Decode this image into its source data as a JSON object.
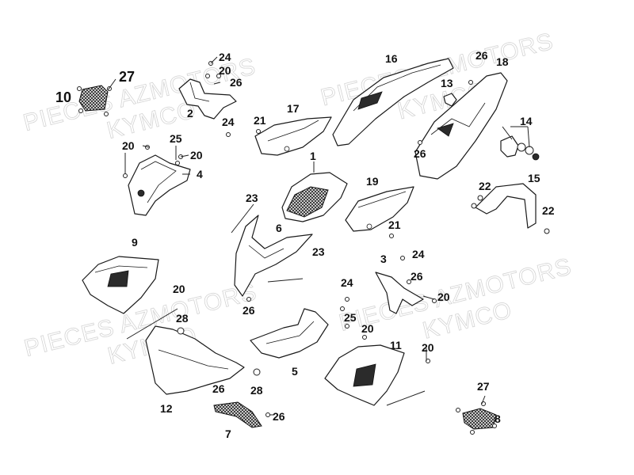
{
  "watermark": {
    "line1": "PIECES AZMOTORS",
    "line2": "KYMCO"
  },
  "callouts": [
    {
      "id": "c10",
      "text": "10"
    },
    {
      "id": "c27a",
      "text": "27"
    },
    {
      "id": "c24a",
      "text": "24"
    },
    {
      "id": "c20a",
      "text": "20"
    },
    {
      "id": "c26a",
      "text": "26"
    },
    {
      "id": "c2",
      "text": "2"
    },
    {
      "id": "c24b",
      "text": "24"
    },
    {
      "id": "c21a",
      "text": "21"
    },
    {
      "id": "c17",
      "text": "17"
    },
    {
      "id": "c16",
      "text": "16"
    },
    {
      "id": "c13",
      "text": "13"
    },
    {
      "id": "c26b",
      "text": "26"
    },
    {
      "id": "c18",
      "text": "18"
    },
    {
      "id": "c14",
      "text": "14"
    },
    {
      "id": "c26c",
      "text": "26"
    },
    {
      "id": "c20b",
      "text": "20"
    },
    {
      "id": "c25a",
      "text": "25"
    },
    {
      "id": "c20c",
      "text": "20"
    },
    {
      "id": "c4",
      "text": "4"
    },
    {
      "id": "c1",
      "text": "1"
    },
    {
      "id": "c19",
      "text": "19"
    },
    {
      "id": "c15",
      "text": "15"
    },
    {
      "id": "c22a",
      "text": "22"
    },
    {
      "id": "c22b",
      "text": "22"
    },
    {
      "id": "c23a",
      "text": "23"
    },
    {
      "id": "c21b",
      "text": "21"
    },
    {
      "id": "c9",
      "text": "9"
    },
    {
      "id": "c6",
      "text": "6"
    },
    {
      "id": "c23b",
      "text": "23"
    },
    {
      "id": "c3",
      "text": "3"
    },
    {
      "id": "c24c",
      "text": "24"
    },
    {
      "id": "c26d",
      "text": "26"
    },
    {
      "id": "c20d",
      "text": "20"
    },
    {
      "id": "c24d",
      "text": "24"
    },
    {
      "id": "c20e",
      "text": "20"
    },
    {
      "id": "c28a",
      "text": "28"
    },
    {
      "id": "c26e",
      "text": "26"
    },
    {
      "id": "c25b",
      "text": "25"
    },
    {
      "id": "c20f",
      "text": "20"
    },
    {
      "id": "c11",
      "text": "11"
    },
    {
      "id": "c20g",
      "text": "20"
    },
    {
      "id": "c5",
      "text": "5"
    },
    {
      "id": "c28b",
      "text": "28"
    },
    {
      "id": "c12",
      "text": "12"
    },
    {
      "id": "c26f",
      "text": "26"
    },
    {
      "id": "c26g",
      "text": "26"
    },
    {
      "id": "c7",
      "text": "7"
    },
    {
      "id": "c27b",
      "text": "27"
    },
    {
      "id": "c8",
      "text": "8"
    }
  ]
}
